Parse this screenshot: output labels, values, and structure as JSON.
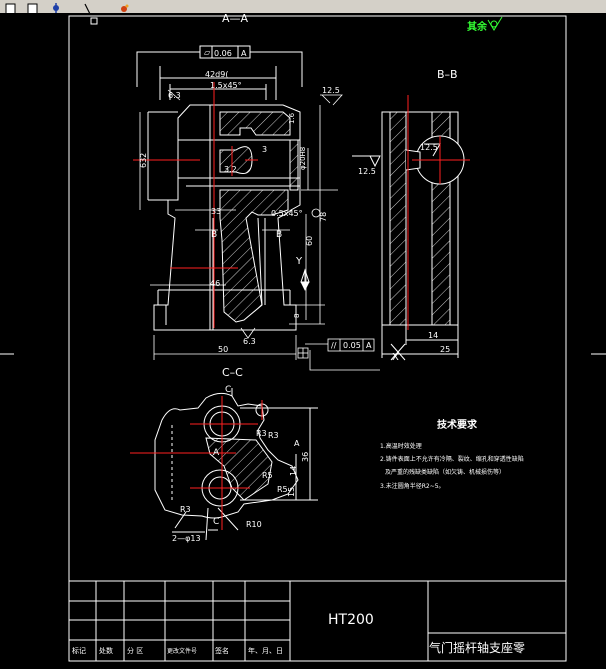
{
  "toolbar": {
    "buttons": [
      {
        "icon": "new-file-icon"
      },
      {
        "icon": "open-file-icon"
      },
      {
        "icon": "settings-icon"
      },
      {
        "icon": "cursor-icon"
      },
      {
        "icon": "snap-icon"
      }
    ]
  },
  "colors": {
    "background": "#000000",
    "lines": "#ffffff",
    "centerline": "#ff2020",
    "roughness_note": "#33ff33",
    "toolbar": "#d4d0c8"
  },
  "views": {
    "aa": {
      "label": "A—A",
      "flatness": "0.06",
      "flatness_datum": "A",
      "dim_bore": "42d9(",
      "dim_chamfer": "1.5x45°",
      "roughness_top": "6.3",
      "roughness_right": "12.5",
      "dim_r": "1.6",
      "dim_3": "3",
      "dim_32": "3.2",
      "dim_phi": "φ20H8",
      "dim_33": "33",
      "dim_chamfer2": "0.5x45°",
      "dim_78": "78",
      "dim_60": "60",
      "dim_46": "46",
      "dim_8": "8",
      "dim_50": "50",
      "dim_63_bottom": "6.3",
      "dim_height": "632",
      "section_b1": "B",
      "section_b2": "B",
      "parallelism": "0.05",
      "parallelism_datum": "A",
      "axis_y": "Y",
      "axis_x": "X"
    },
    "bb": {
      "label": "B–B",
      "roughness_left": "12.5",
      "roughness_right": "12.5",
      "dim_14": "14",
      "dim_25": "25"
    },
    "cc": {
      "label": "C–C",
      "label_c_top": "C",
      "label_c_bottom": "C",
      "label_a": "A",
      "dim_r3": "R3",
      "dim_r3b": "R3",
      "dim_r5": "R5",
      "dim_r5b": "R5",
      "dim_r10": "R10",
      "dim_36": "36",
      "dim_14": "14",
      "dim_15": "15",
      "dim_holes": "2—φ13",
      "dim_a_note": "A"
    }
  },
  "roughness_other": "其余",
  "tech_requirements": {
    "title": "技术要求",
    "items": [
      "1.高温时效处理",
      "2.铸件表面上不允许有冷隔、裂纹、缩孔和穿透性缺陷",
      "及严重的残缺类缺陷（如欠铸、机械损伤等）",
      "3.未注圆角半径R2~5。"
    ]
  },
  "title_block": {
    "material": "HT200",
    "part_name": "气门摇杆轴支座零",
    "headers": [
      "标记",
      "处数",
      "分  区",
      "更改文件号",
      "签名",
      "年、月、日"
    ]
  }
}
